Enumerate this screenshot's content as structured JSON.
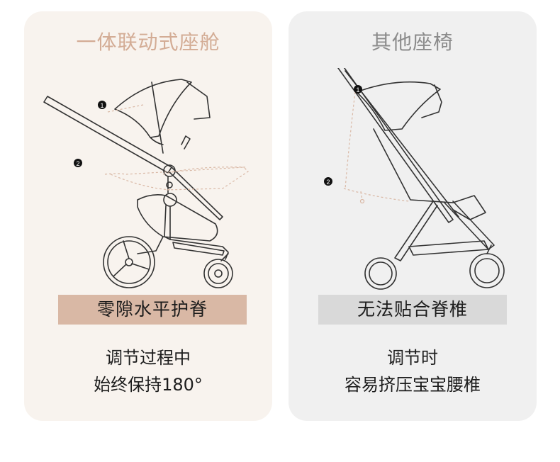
{
  "left_panel": {
    "title": "一体联动式座舱",
    "banner": "零隙水平护脊",
    "desc_line1": "调节过程中",
    "desc_line2": "始终保持180°",
    "markers": [
      "1",
      "2"
    ],
    "colors": {
      "background": "#f8f3ee",
      "title": "#d3ac95",
      "banner": "#d9b8a5"
    }
  },
  "right_panel": {
    "title": "其他座椅",
    "banner": "无法贴合脊椎",
    "desc_line1": "调节时",
    "desc_line2": "容易挤压宝宝腰椎",
    "markers": [
      "1",
      "2"
    ],
    "colors": {
      "background": "#f0f0f0",
      "title": "#8b8b8b",
      "banner": "#d9d9d9"
    }
  }
}
